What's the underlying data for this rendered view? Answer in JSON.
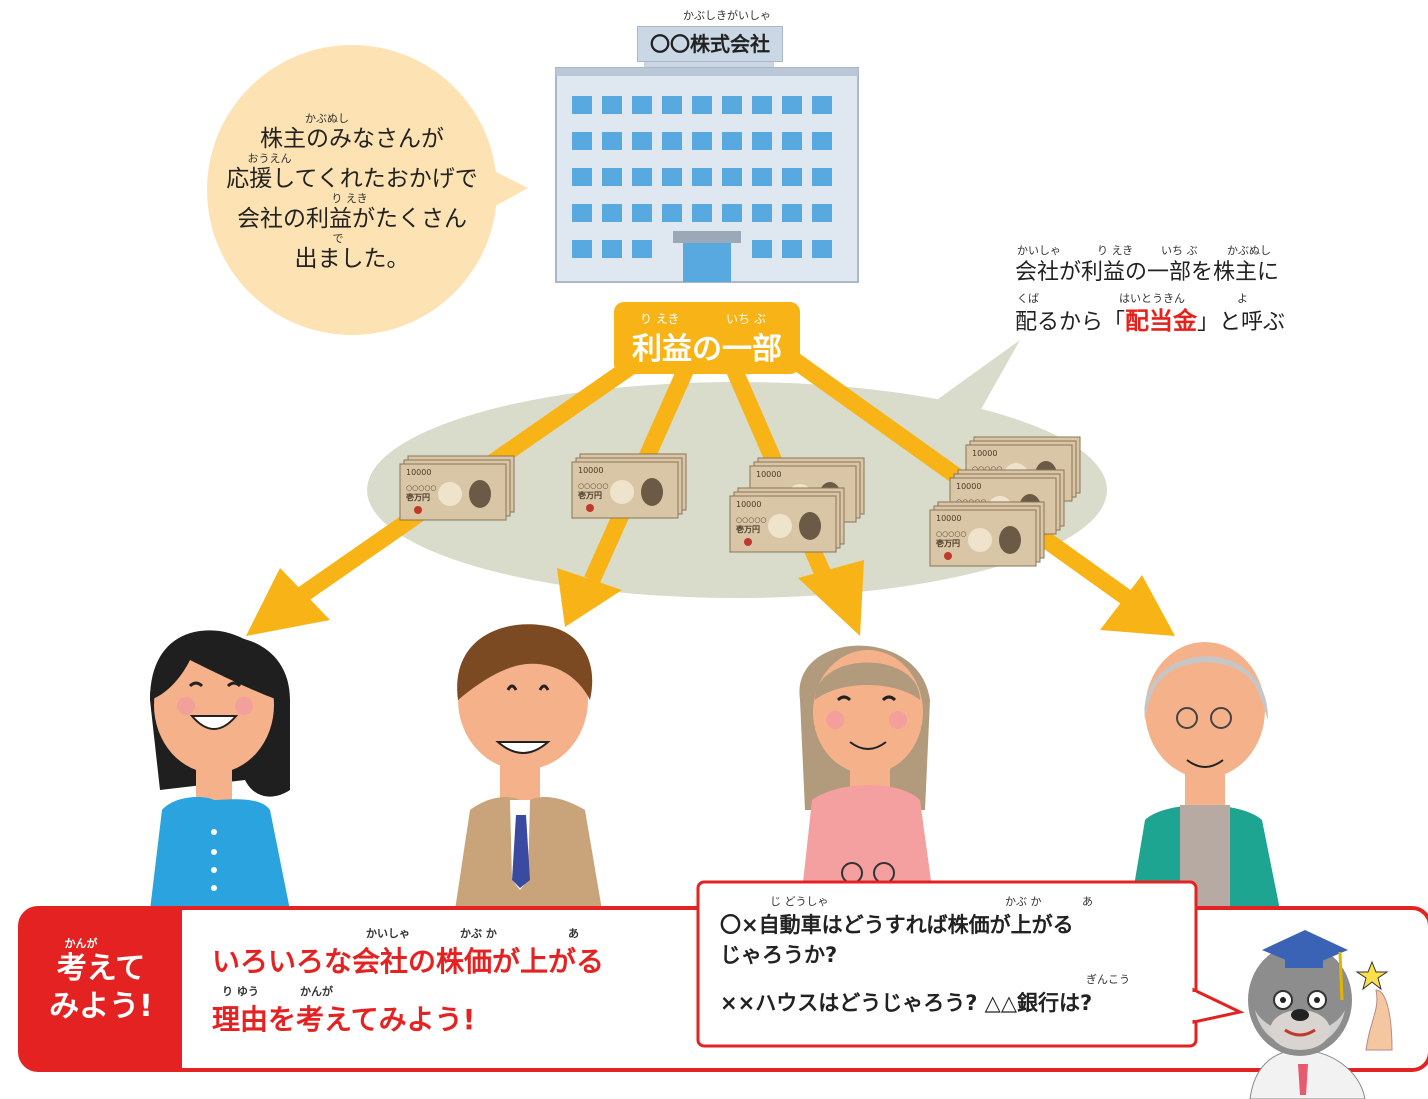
{
  "company": {
    "ruby": "かぶしきがいしゃ",
    "name": "〇〇株式会社"
  },
  "company_speech": {
    "lines": [
      {
        "ruby": "かぶぬし",
        "text": "株主のみなさんが"
      },
      {
        "ruby": "おうえん",
        "text": "応援してくれたおかげで"
      },
      {
        "ruby": "り えき",
        "text": "会社の利益がたくさん"
      },
      {
        "ruby": "で",
        "text": "出ました。"
      }
    ]
  },
  "profit_label": {
    "ruby_1": "り えき",
    "ruby_2": "いち ぶ",
    "text": "利益の一部"
  },
  "dividend_note": {
    "line1_ruby": [
      "かいしゃ",
      "り えき",
      "いち ぶ",
      "かぶぬし"
    ],
    "line1": "会社が利益の一部を株主に",
    "line2_ruby": [
      "くば",
      "はいとうきん",
      "よ"
    ],
    "line2_pre": "配るから「",
    "line2_highlight": "配当金",
    "line2_post": "」と呼ぶ"
  },
  "banknote": {
    "denomination": "10000",
    "serial": "○○○○○",
    "label": "壱万円"
  },
  "think_section": {
    "badge_ruby": "かんが",
    "badge_line1": "考えて",
    "badge_line2": "みよう!",
    "main_ruby": [
      "かいしゃ",
      "かぶ か",
      "あ",
      "り ゆう",
      "かんが"
    ],
    "main_line1": "いろいろな会社の株価が上がる",
    "main_line2": "理由を考えてみよう!",
    "colors": {
      "accent_red": "#e52222",
      "highlight_red": "#e8201c"
    }
  },
  "doctor_speech": {
    "ruby_1": [
      "じ どうしゃ",
      "かぶ か",
      "あ"
    ],
    "line1": "〇×自動車はどうすれば株価が上がる",
    "line2": "じゃろうか?",
    "ruby_3": "ぎんこう",
    "line3": "××ハウスはどうじゃろう? △△銀行は?"
  },
  "colors": {
    "arrow": "#f8b417",
    "speech_bubble": "#fde3b3",
    "money_ellipse": "#d9dccb",
    "building": "#dfe7f0",
    "window": "#57a9e0"
  }
}
